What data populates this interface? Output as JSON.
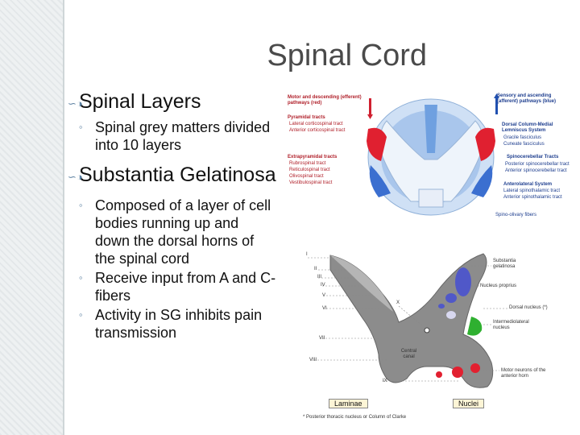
{
  "slide": {
    "title": "Spinal Cord",
    "bullets": [
      {
        "text": "Spinal Layers",
        "sub": [
          "Spinal grey matters divided into 10 layers"
        ]
      },
      {
        "text": "Substantia Gelatinosa",
        "sub": [
          "Composed of a layer of cell bodies running up and down the dorsal horns of the spinal cord",
          "Receive input from A and C-fibers",
          "Activity in SG inhibits pain transmission"
        ]
      }
    ]
  },
  "figure_top": {
    "left_heading": "Motor and descending (efferent) pathways (red)",
    "pyramidal": "Pyramidal tracts",
    "pyramidal_items": [
      "Lateral corticospinal tract",
      "Anterior corticospinal tract"
    ],
    "extrapyramidal": "Extrapyramidal tracts",
    "extrapyramidal_items": [
      "Rubrospinal tract",
      "Reticulospinal tract",
      "Olivospinal tract",
      "Vestibulospinal tract"
    ],
    "right_heading": "Sensory and ascending (afferent) pathways (blue)",
    "dorsal_column": "Dorsal Column-Medial Lemniscus System",
    "dorsal_items": [
      "Gracile fasciculus",
      "Cuneate fasciculus"
    ],
    "spinocerebellar": "Spinocerebellar Tracts",
    "spinocerebellar_items": [
      "Posterior spinocerebellar tract",
      "Anterior spinocerebellar tract"
    ],
    "anterolateral": "Anterolateral System",
    "anterolateral_items": [
      "Lateral spinothalamic tract",
      "Anterior spinothalamic tract"
    ],
    "spino_olivary": "Spino-olivary fibers"
  },
  "figure_bottom": {
    "laminae_labels": [
      "I",
      "II",
      "III",
      "IV",
      "V",
      "VI",
      "VII",
      "VIII",
      "IX",
      "X"
    ],
    "nuclei": [
      "Substantia gelatinosa",
      "Nucleus proprius",
      "Dorsal nucleus (*)",
      "Intermediolateral nucleus",
      "Motor neurons of the anterior horn"
    ],
    "central_canal": "Central canal",
    "laminae_box": "Laminae",
    "nuclei_box": "Nuclei",
    "footnote": "* Posterior thoracic nucleus or Column of Clarke"
  }
}
